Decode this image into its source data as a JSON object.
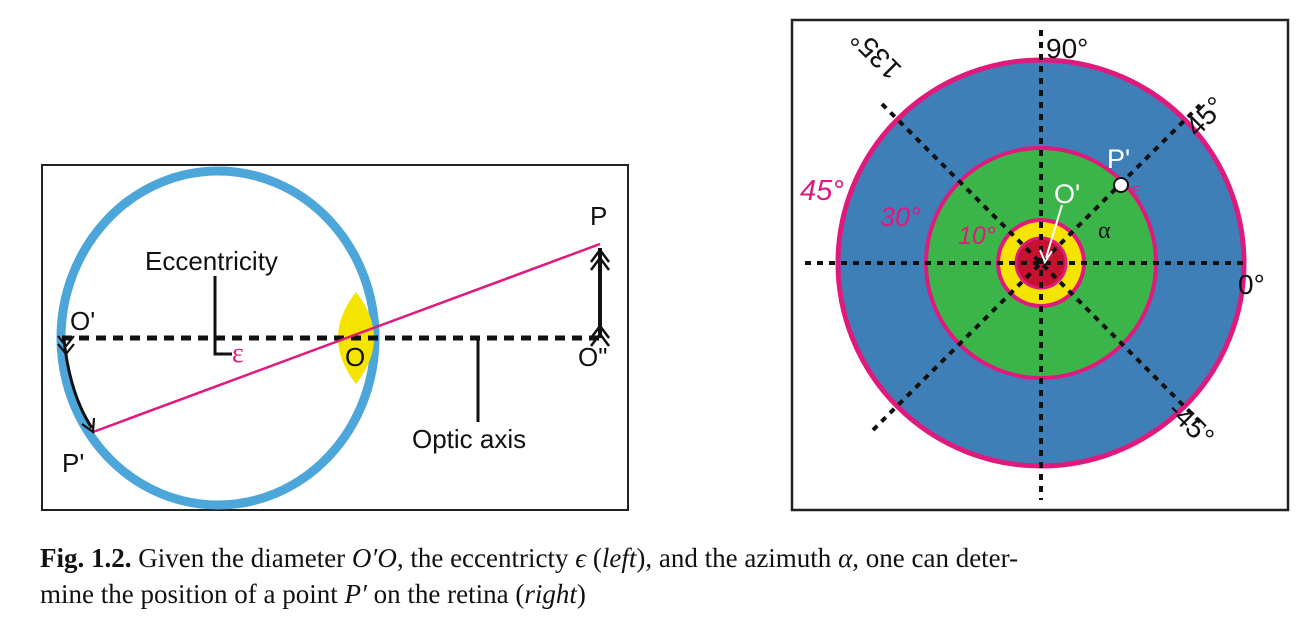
{
  "left_diagram": {
    "label_eccentricity": "Eccentricity",
    "label_optic_axis": "Optic axis",
    "label_P": "P",
    "label_O": "O",
    "label_O_prime": "O'",
    "label_O_double_prime": "O\"",
    "label_P_prime": "P'",
    "label_epsilon": "ε",
    "colors": {
      "eyeball": "#4da6d9",
      "lens": "#f5e400",
      "ray": "#e0197c",
      "axis": "#111111"
    }
  },
  "right_diagram": {
    "label_90": "90°",
    "label_45_top": "45°",
    "label_135": "135°",
    "label_0": "0°",
    "label_neg45": "-45°",
    "ring_45": "45°",
    "ring_30": "30°",
    "ring_10": "10°",
    "label_P_prime": "P'",
    "label_O_prime": "O'",
    "label_epsilon": "ε",
    "label_alpha": "α",
    "colors": {
      "outer_ring": "#3f7fb8",
      "middle_ring": "#3bb54a",
      "inner_ring": "#f5e400",
      "center": "#c4122f",
      "ring_border": "#e0197c"
    }
  },
  "caption": {
    "fig_label": "Fig. 1.2.",
    "part1": "Given the diameter ",
    "math1": "O′O",
    "part2": ", the eccentricty ",
    "math2": "ϵ",
    "part3": " (",
    "left_word": "left",
    "part4": "), and the azimuth ",
    "math3": "α",
    "part5": ", one can deter-",
    "line2a": "mine the position of a point ",
    "math4": "P′",
    "line2b": " on the retina (",
    "right_word": "right",
    "line2c": ")"
  }
}
